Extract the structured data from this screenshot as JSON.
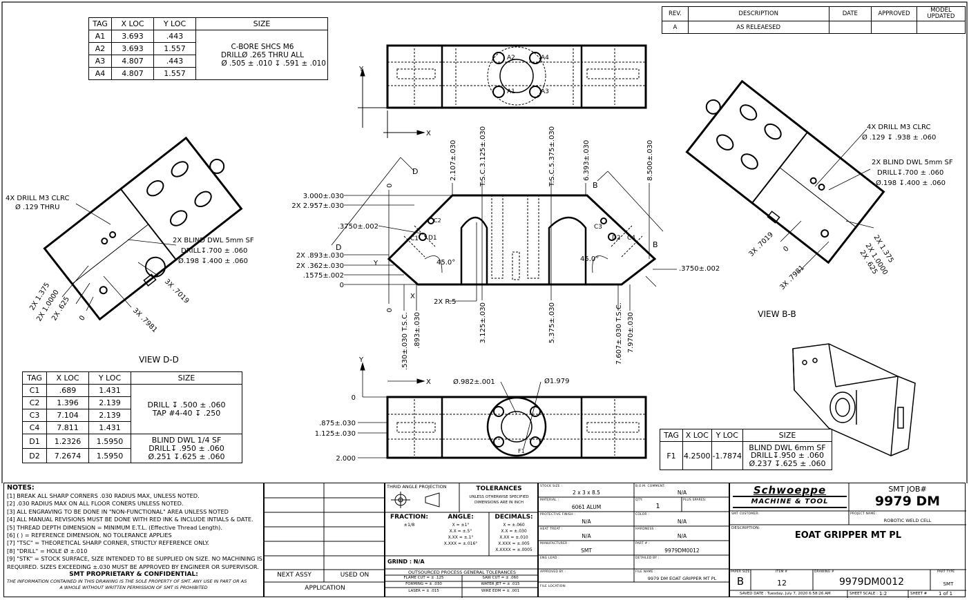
{
  "revision_block": {
    "headers": [
      "REV.",
      "DESCRIPTION",
      "DATE",
      "APPROVED",
      "MODEL UPDATED"
    ],
    "rows": [
      [
        "A",
        "AS RELEAESED",
        "",
        "",
        ""
      ]
    ]
  },
  "hole_table_a": {
    "headers": [
      "TAG",
      "X LOC",
      "Y LOC",
      "SIZE"
    ],
    "rows": [
      [
        "A1",
        "3.693",
        ".443"
      ],
      [
        "A2",
        "3.693",
        "1.557"
      ],
      [
        "A3",
        "4.807",
        ".443"
      ],
      [
        "A4",
        "4.807",
        "1.557"
      ]
    ],
    "size_lines": [
      "C-BORE SHCS M6",
      "DRILLØ .265 THRU ALL",
      "Ø .505 ± .010 ↧ .591 ± .010"
    ]
  },
  "hole_table_cd": {
    "headers": [
      "TAG",
      "X LOC",
      "Y LOC",
      "SIZE"
    ],
    "rows": [
      [
        "C1",
        ".689",
        "1.431"
      ],
      [
        "C2",
        "1.396",
        "2.139"
      ],
      [
        "C3",
        "7.104",
        "2.139"
      ],
      [
        "C4",
        "7.811",
        "1.431"
      ],
      [
        "D1",
        "1.2326",
        "1.5950"
      ],
      [
        "D2",
        "7.2674",
        "1.5950"
      ]
    ],
    "size_c": [
      "DRILL ↧ .500 ± .060",
      "TAP #4-40 ↧ .250"
    ],
    "size_d": [
      "BLIND DWL 1/4 SF",
      "DRILL↧ .950 ± .060",
      "Ø.251 ↧.625 ± .060"
    ]
  },
  "hole_table_f": {
    "headers": [
      "TAG",
      "X LOC",
      "Y LOC",
      "SIZE"
    ],
    "row": [
      "F1",
      "4.2500",
      "-1.7874"
    ],
    "size": [
      "BLIND DWL 6mm SF",
      "DRILL↧.950 ± .060",
      "Ø.237 ↧.625 ± .060"
    ]
  },
  "views": {
    "view_dd": "VIEW D-D",
    "view_bb": "VIEW B-B"
  },
  "callouts": {
    "dd_drill": [
      "4X DRILL M3 CLRC",
      "Ø .129 THRU"
    ],
    "dd_dwl": [
      "2X BLIND DWL 5mm SF",
      "DRILL↧.700 ± .060",
      "Ø.198 ↧.400 ± .060"
    ],
    "dd_dims": [
      "2X 1.375",
      "2X 1.0000",
      "2X .625",
      "0",
      "3X .7019",
      "3X .7981"
    ],
    "bb_drill": [
      "4X DRILL M3 CLRC",
      "Ø .129 ↧ .938 ± .060"
    ],
    "bb_dwl": [
      "2X BLIND DWL 5mm SF",
      "DRILL↧.700 ± .060",
      "Ø.198 ↧.400 ± .060"
    ],
    "bb_dims": [
      "3X .7019",
      "0",
      "3X .7981",
      "2X 1.375",
      "2X 1.0000",
      "2X .625"
    ],
    "front_left": [
      "3.000±.030",
      "2X 2.957±.030",
      ".3750±.002",
      "2X .893±.030",
      "2X .362±.030",
      ".1575±.002",
      "0"
    ],
    "front_top": [
      "0",
      "2.107±.030",
      "T.S.C.3.125±.030",
      "T.S.C.5.375±.030",
      "6.393±.030",
      "8.500±.030"
    ],
    "front_bottom": [
      "0",
      ".530±.030 T.S.C.",
      ".893±.030",
      "3.125±.030",
      "5.375±.030",
      "7.607±.030 T.S.C.",
      "7.970±.030"
    ],
    "front_misc": [
      "45.0°",
      "45.0°",
      "2X R.5",
      ".3750±.002"
    ],
    "front_tags": [
      "C1",
      "D1",
      "C2",
      "C3",
      "D2",
      "C4",
      "B",
      "B",
      "D",
      "D"
    ],
    "top_tags": [
      "A2",
      "A4",
      "A1",
      "A3"
    ],
    "bottom_dims": [
      "Ø.982±.001",
      "Ø1.979",
      "0",
      ".875±.030",
      "1.125±.030",
      "2.000",
      "F1"
    ],
    "axes": [
      "Y",
      "X",
      "Y",
      "X"
    ]
  },
  "notes": {
    "title": "NOTES:",
    "lines": [
      "[1]  BREAK ALL SHARP CORNERS .030 RADIUS MAX, UNLESS NOTED.",
      "[2]  .030 RADIUS MAX ON ALL FLOOR CONERS UNLESS NOTED.",
      "[3]  ALL ENGRAVING TO BE DONE IN \"NON-FUNCTIONAL\" AREA UNLESS NOTED",
      "[4]  ALL MANUAL REVISIONS MUST BE DONE WITH RED INK & INCLUDE INTIALS & DATE.",
      "[5]  THREAD DEPTH DIMENSION = MINIMUM E.T.L. (Effective Thread Length).",
      "[6]  ( ) = REFERENCE DIMENSION, NO TOLERANCE APPLIES",
      "[7]  \"TSC\" = THEORETICAL SHARP CORNER, STRICTLY REFERENCE ONLY.",
      "[8]  \"DRILL\" = HOLE Ø ±.010",
      "[9]  \"STK\" = STOCK SURFACE, SIZE INTENDED TO BE SUPPLIED ON SIZE.  NO MACHINING IS",
      "      REQUIRED.  SIZES EXCEEDING ±.030 MUST BE APPROVED BY ENGINEER OR SUPERVISOR."
    ],
    "proprietary_title": "SMT PROPRIETARY & CONFIDENTIAL:",
    "proprietary_text": [
      "THE INFORMATION CONTAINED IN THIS DRAWING IS THE SOLE PROPERTY OF SMT.  ANY USE IN PART OR AS",
      "A WHOLE WITHOUT WRITTEN PERMISSION OF SMT IS PROHIBITED"
    ]
  },
  "application": {
    "next_assy": "NEXT ASSY",
    "used_on": "USED ON",
    "application": "APPLICATION"
  },
  "tolerances": {
    "projection": "THRID ANGLE PROJECTION",
    "title": "TOLERANCES",
    "subtitle": [
      "UNLESS OTHERWISE SPECIFIED",
      "DIMENSIONS ARE IN INCH"
    ],
    "fraction_title": "FRACTION:",
    "fraction": "±1/8",
    "angle_title": "ANGLE:",
    "angle": [
      "X = ±1°",
      "X.X = ±.5°",
      "X.XX = ±.1°",
      "X.XXX = ±.016°"
    ],
    "decimals_title": "DECIMALS:",
    "decimals": [
      "X = ±.060",
      "X.X = ±.030",
      "X.XX = ±.010",
      "X.XXX = ±.005",
      "X.XXXX = ±.0005"
    ],
    "grind": "GRIND : N/A",
    "outsourced_title": "OUTSOURCED PROCESS GENERAL TOLERANCES",
    "outsourced": [
      [
        "FLAME CUT = ± .125",
        "SAW CUT = ± .060"
      ],
      [
        "FORMING = ± .030",
        "WATER JET = ± .015"
      ],
      [
        "LASER = ± .015",
        "WIRE EDM = ± .001"
      ]
    ]
  },
  "material_block": {
    "stock_size_lbl": "STOCK SIZE :",
    "stock_size": "2 x 3 x 8.5",
    "material_lbl": "MATERIAL :",
    "material": "6061 ALUM",
    "finish_lbl": "PROTECTIVE FINISH :",
    "finish": "N/A",
    "heat_lbl": "HEAT TREAT :",
    "heat": "N/A",
    "mfr_lbl": "MANUFACTURER :",
    "mfr": "SMT",
    "eng_lbl": "ENG LEAD :",
    "approved_lbl": "APPROVED BY :",
    "file_loc_lbl": "FILE LOCATION:",
    "bom_lbl": "B.O.M. COMMENT:",
    "bom": "N/A",
    "qty_lbl": "QTY:",
    "qty": "1",
    "spares_lbl": "PLUS SPARES:",
    "color_lbl": "COLOR :",
    "color": "N/A",
    "hardness_lbl": "HARDNESS :",
    "hardness": "N/A",
    "part_lbl": "PART # :",
    "part": "9979DM0012",
    "detailed_lbl": "DETAILED BY :",
    "file_name_lbl": "FILE NAME :",
    "file_name": "9979 DM EOAT GRIPPER MT PL"
  },
  "title_block": {
    "logo_top": "Schwoeppe",
    "logo_bottom": "MACHINE & TOOL",
    "job_lbl": "SMT JOB#",
    "job": "9979 DM",
    "customer_lbl": "SMT CUSTOMER:",
    "project_lbl": "PROJECT NAME:",
    "project": "ROBOTIC WELD CELL",
    "description_lbl": "DESCRIPTION:",
    "description": "EOAT GRIPPER MT PL",
    "paper_size_lbl": "PAPER SIZE",
    "paper_size": "B",
    "item_lbl": "ITEM #",
    "item": "12",
    "drawing_lbl": "DRAWING #",
    "drawing": "9979DM0012",
    "part_type_lbl": "PART TYPE",
    "part_type": "SMT",
    "saved_lbl": "SAVED DATE : Tuesday, July 7, 2020 6:58:26 AM",
    "scale_lbl": "SHEET SCALE :",
    "scale": "1:2",
    "sheet_lbl": "SHEET #",
    "sheet": "1 of 1"
  }
}
